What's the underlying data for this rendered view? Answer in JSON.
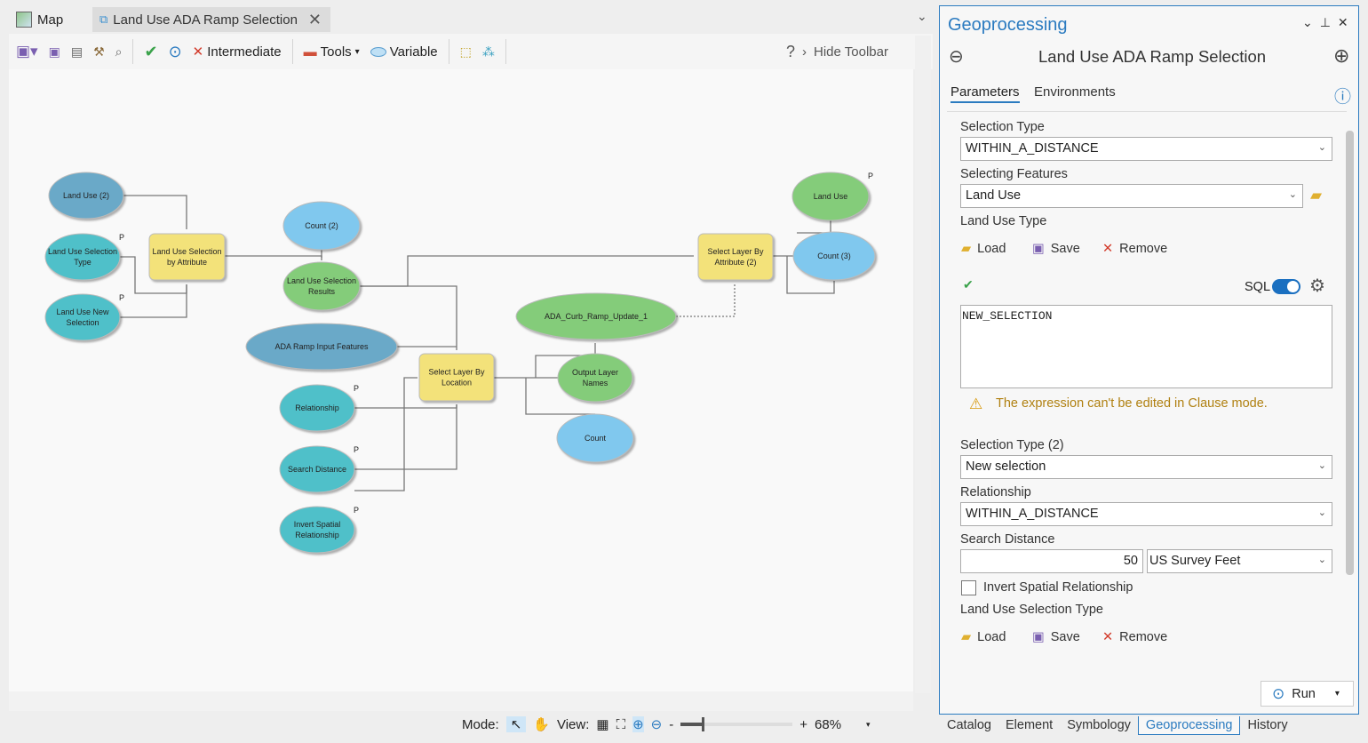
{
  "tabs": [
    {
      "label": "Map"
    },
    {
      "label": "Land Use ADA Ramp Selection"
    }
  ],
  "toolbar": {
    "intermediate": "Intermediate",
    "tools": "Tools",
    "variable": "Variable",
    "help": "?",
    "hide_toolbar": "Hide Toolbar"
  },
  "model": {
    "nodes": {
      "land_use_2": "Land Use (2)",
      "lu_sel_type": [
        "Land Use Selection",
        "Type"
      ],
      "lu_new_sel": [
        "Land Use New",
        "Selection"
      ],
      "lu_sel_attr": [
        "Land Use Selection",
        "by Attribute"
      ],
      "count_2": "Count (2)",
      "lu_sel_results": [
        "Land Use Selection",
        "Results"
      ],
      "ada_input": "ADA Ramp Input Features",
      "relationship": "Relationship",
      "search_distance": "Search Distance",
      "invert": [
        "Invert Spatial",
        "Relationship"
      ],
      "sel_by_loc": [
        "Select Layer By",
        "Location"
      ],
      "ada_update": "ADA_Curb_Ramp_Update_1",
      "output_names": [
        "Output Layer",
        "Names"
      ],
      "count": "Count",
      "sel_by_attr_2": [
        "Select Layer By",
        "Attribute (2)"
      ],
      "land_use": "Land Use",
      "count_3": "Count (3)"
    },
    "param_marker": "P",
    "colors": {
      "process": "#f3e27a",
      "input": "#6aa9c8",
      "param": "#4fc0c9",
      "output": "#84cc7a",
      "variable": "#80c8ee"
    }
  },
  "statusbar": {
    "mode": "Mode:",
    "view": "View:",
    "zoom": "68%",
    "zoom_level_percent": 68
  },
  "panel": {
    "title": "Geoprocessing",
    "tool": "Land Use ADA Ramp Selection",
    "tabs": [
      "Parameters",
      "Environments"
    ],
    "selection_type_label": "Selection Type",
    "selection_type": "WITHIN_A_DISTANCE",
    "selecting_features_label": "Selecting Features",
    "selecting_features": "Land Use",
    "land_use_type_label": "Land Use Type",
    "load": "Load",
    "save": "Save",
    "remove": "Remove",
    "sql": "SQL",
    "expression": "NEW_SELECTION",
    "warning": "The expression can't be edited in Clause mode.",
    "selection_type2_label": "Selection Type (2)",
    "selection_type2": "New selection",
    "relationship_label": "Relationship",
    "relationship": "WITHIN_A_DISTANCE",
    "search_distance_label": "Search Distance",
    "search_distance": "50",
    "units": "US Survey Feet",
    "invert_label": "Invert Spatial Relationship",
    "lu_sel_type_label": "Land Use Selection Type",
    "run": "Run"
  },
  "bottom_tabs": [
    "Catalog",
    "Element",
    "Symbology",
    "Geoprocessing",
    "History"
  ]
}
